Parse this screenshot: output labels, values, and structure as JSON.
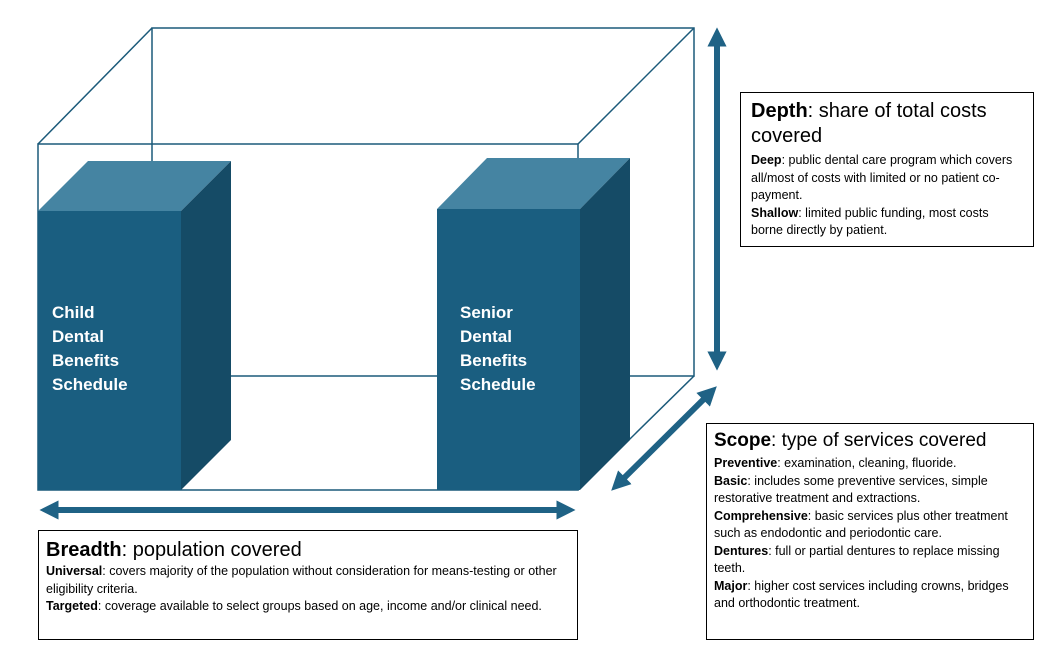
{
  "colors": {
    "outline": "#1b5a7a",
    "box_front": "#1a5e80",
    "box_top": "#4584a2",
    "box_side": "#154b66",
    "arrow": "#1f6285"
  },
  "boxes": {
    "child": [
      "Child",
      "Dental",
      "Benefits",
      "Schedule"
    ],
    "senior": [
      "Senior",
      "Dental",
      "Benefits",
      "Schedule"
    ]
  },
  "depth": {
    "title": "Depth",
    "subtitle": ": share of total costs covered",
    "items": [
      {
        "term": "Deep",
        "text": ": public dental care program which covers all/most of costs with limited or no patient co-payment."
      },
      {
        "term": "Shallow",
        "text": ": limited public funding, most costs borne directly by patient."
      }
    ]
  },
  "scope": {
    "title": "Scope",
    "subtitle": ": type of services covered",
    "items": [
      {
        "term": "Preventive",
        "text": ": examination, cleaning, fluoride."
      },
      {
        "term": "Basic",
        "text": ": includes some preventive services, simple restorative treatment and extractions."
      },
      {
        "term": "Comprehensive",
        "text": ": basic services plus other treatment such as endodontic and periodontic care."
      },
      {
        "term": "Dentures",
        "text": ": full or partial dentures to replace missing teeth."
      },
      {
        "term": "Major",
        "text": ": higher cost services including crowns, bridges and orthodontic treatment."
      }
    ]
  },
  "breadth": {
    "title": "Breadth",
    "subtitle": ": population covered",
    "items": [
      {
        "term": "Universal",
        "text": ": covers majority of the population without consideration for means-testing or other eligibility criteria."
      },
      {
        "term": "Targeted",
        "text": ": coverage available to select groups based on age, income and/or clinical need."
      }
    ]
  }
}
